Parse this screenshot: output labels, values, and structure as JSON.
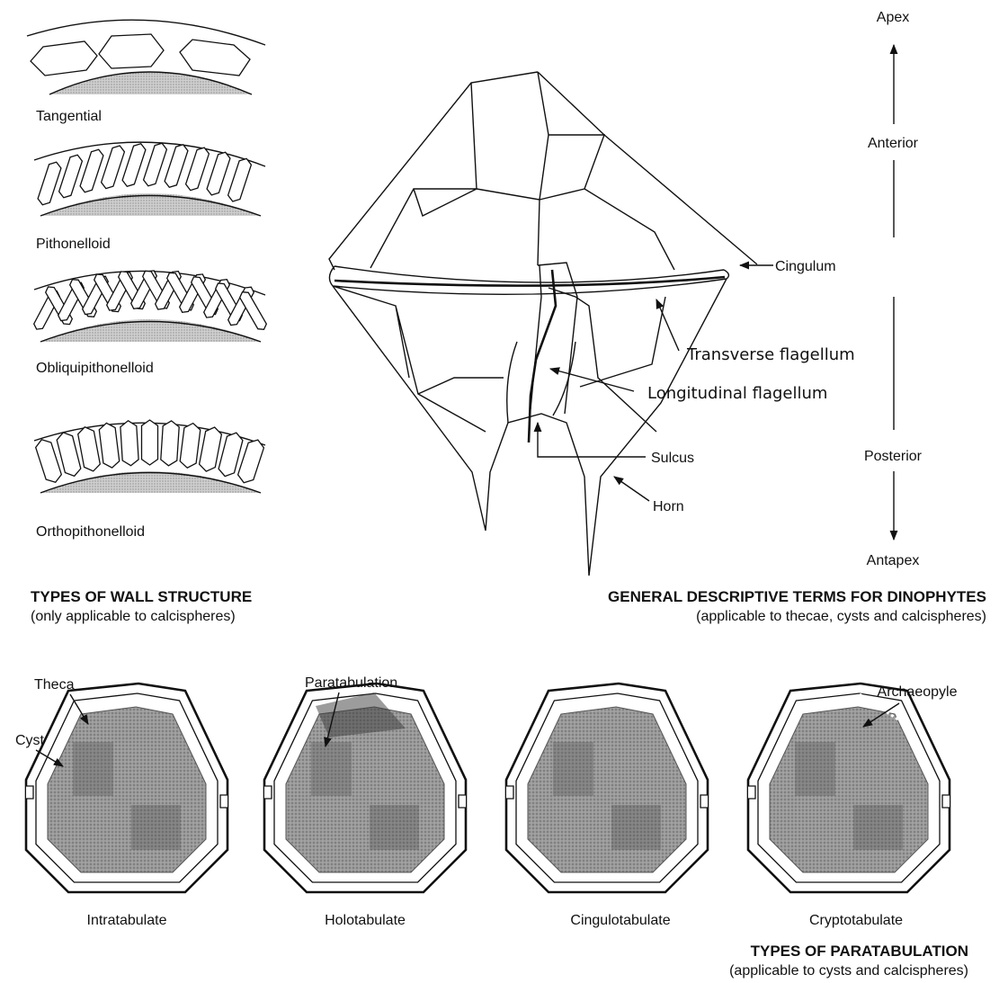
{
  "wall_structure": {
    "tangential": "Tangential",
    "pithonelloid": "Pithonelloid",
    "obliquipithonelloid": "Obliquipithonelloid",
    "orthopithonelloid": "Orthopithonelloid",
    "heading": "TYPES OF WALL STRUCTURE",
    "subheading": "(only applicable to calcispheres)"
  },
  "dinophyte": {
    "cingulum": "Cingulum",
    "transverse_flagellum": "Transverse flagellum",
    "longitudinal_flagellum": "Longitudinal flagellum",
    "sulcus": "Sulcus",
    "horn": "Horn",
    "heading": "GENERAL DESCRIPTIVE TERMS FOR DINOPHYTES",
    "subheading": "(applicable to thecae, cysts and calcispheres)"
  },
  "orientation": {
    "apex": "Apex",
    "anterior": "Anterior",
    "posterior": "Posterior",
    "antapex": "Antapex"
  },
  "paratabulation": {
    "theca": "Theca",
    "cyst": "Cyst",
    "paratabulation_label": "Paratabulation",
    "archaeopyle": "Archaeopyle",
    "intratabulate": "Intratabulate",
    "holotabulate": "Holotabulate",
    "cingulotabulate": "Cingulotabulate",
    "cryptotabulate": "Cryptotabulate",
    "heading": "TYPES OF PARATABULATION",
    "subheading": "(applicable to cysts and  calcispheres)"
  }
}
